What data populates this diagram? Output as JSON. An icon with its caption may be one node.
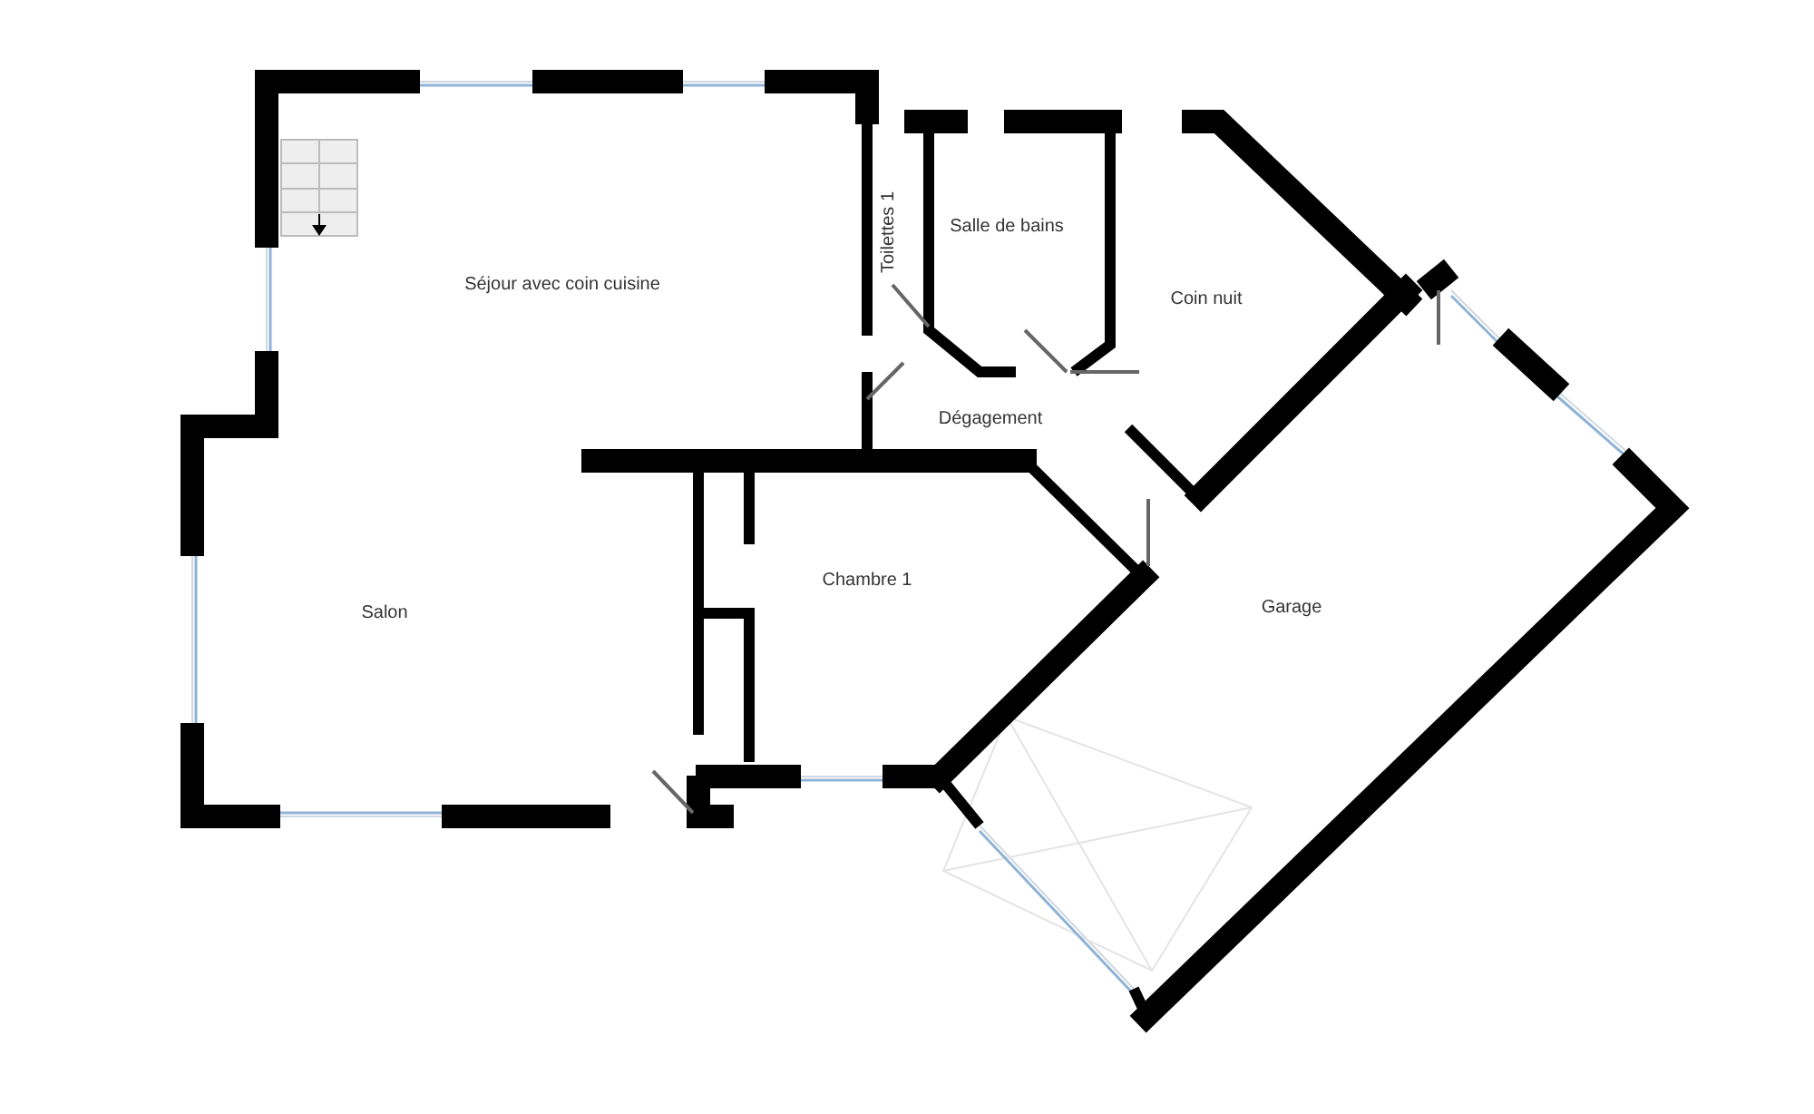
{
  "diagram": {
    "labels": [
      "Séjour avec coin cuisine",
      "Toilettes 1",
      "Salle de bains",
      "Coin nuit",
      "Dégagement",
      "Chambre 1",
      "Salon",
      "Garage"
    ]
  }
}
